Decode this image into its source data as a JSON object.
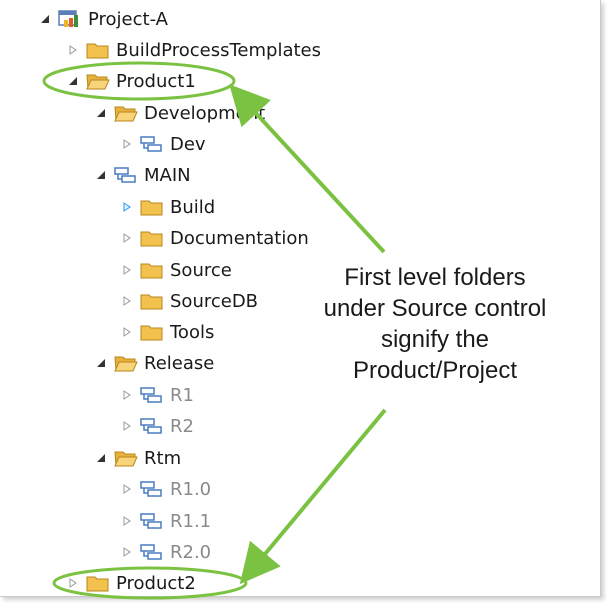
{
  "tree": {
    "project": {
      "label": "Project-A"
    },
    "build_process_templates": {
      "label": "BuildProcessTemplates"
    },
    "product1": {
      "label": "Product1"
    },
    "development": {
      "label": "Development"
    },
    "dev": {
      "label": "Dev"
    },
    "main": {
      "label": "MAIN"
    },
    "build": {
      "label": "Build"
    },
    "documentation": {
      "label": "Documentation"
    },
    "source": {
      "label": "Source"
    },
    "sourcedb": {
      "label": "SourceDB"
    },
    "tools": {
      "label": "Tools"
    },
    "release": {
      "label": "Release"
    },
    "r1": {
      "label": "R1"
    },
    "r2": {
      "label": "R2"
    },
    "rtm": {
      "label": "Rtm"
    },
    "r1_0": {
      "label": "R1.0"
    },
    "r1_1": {
      "label": "R1.1"
    },
    "r2_0": {
      "label": "R2.0"
    },
    "product2": {
      "label": "Product2"
    }
  },
  "annotation": {
    "lines": [
      "First level folders",
      "under Source control",
      "signify the",
      "Product/Project"
    ]
  },
  "colors": {
    "callout_green": "#7cc242",
    "folder_fill": "#f2c14e",
    "branch_blue": "#4a7cc0"
  },
  "icons": {
    "project": "team-project-icon",
    "folder": "folder-icon",
    "folder_open": "folder-open-icon",
    "branch": "branch-icon",
    "expanded": "expanded-triangle-icon",
    "collapsed": "collapsed-triangle-icon"
  }
}
